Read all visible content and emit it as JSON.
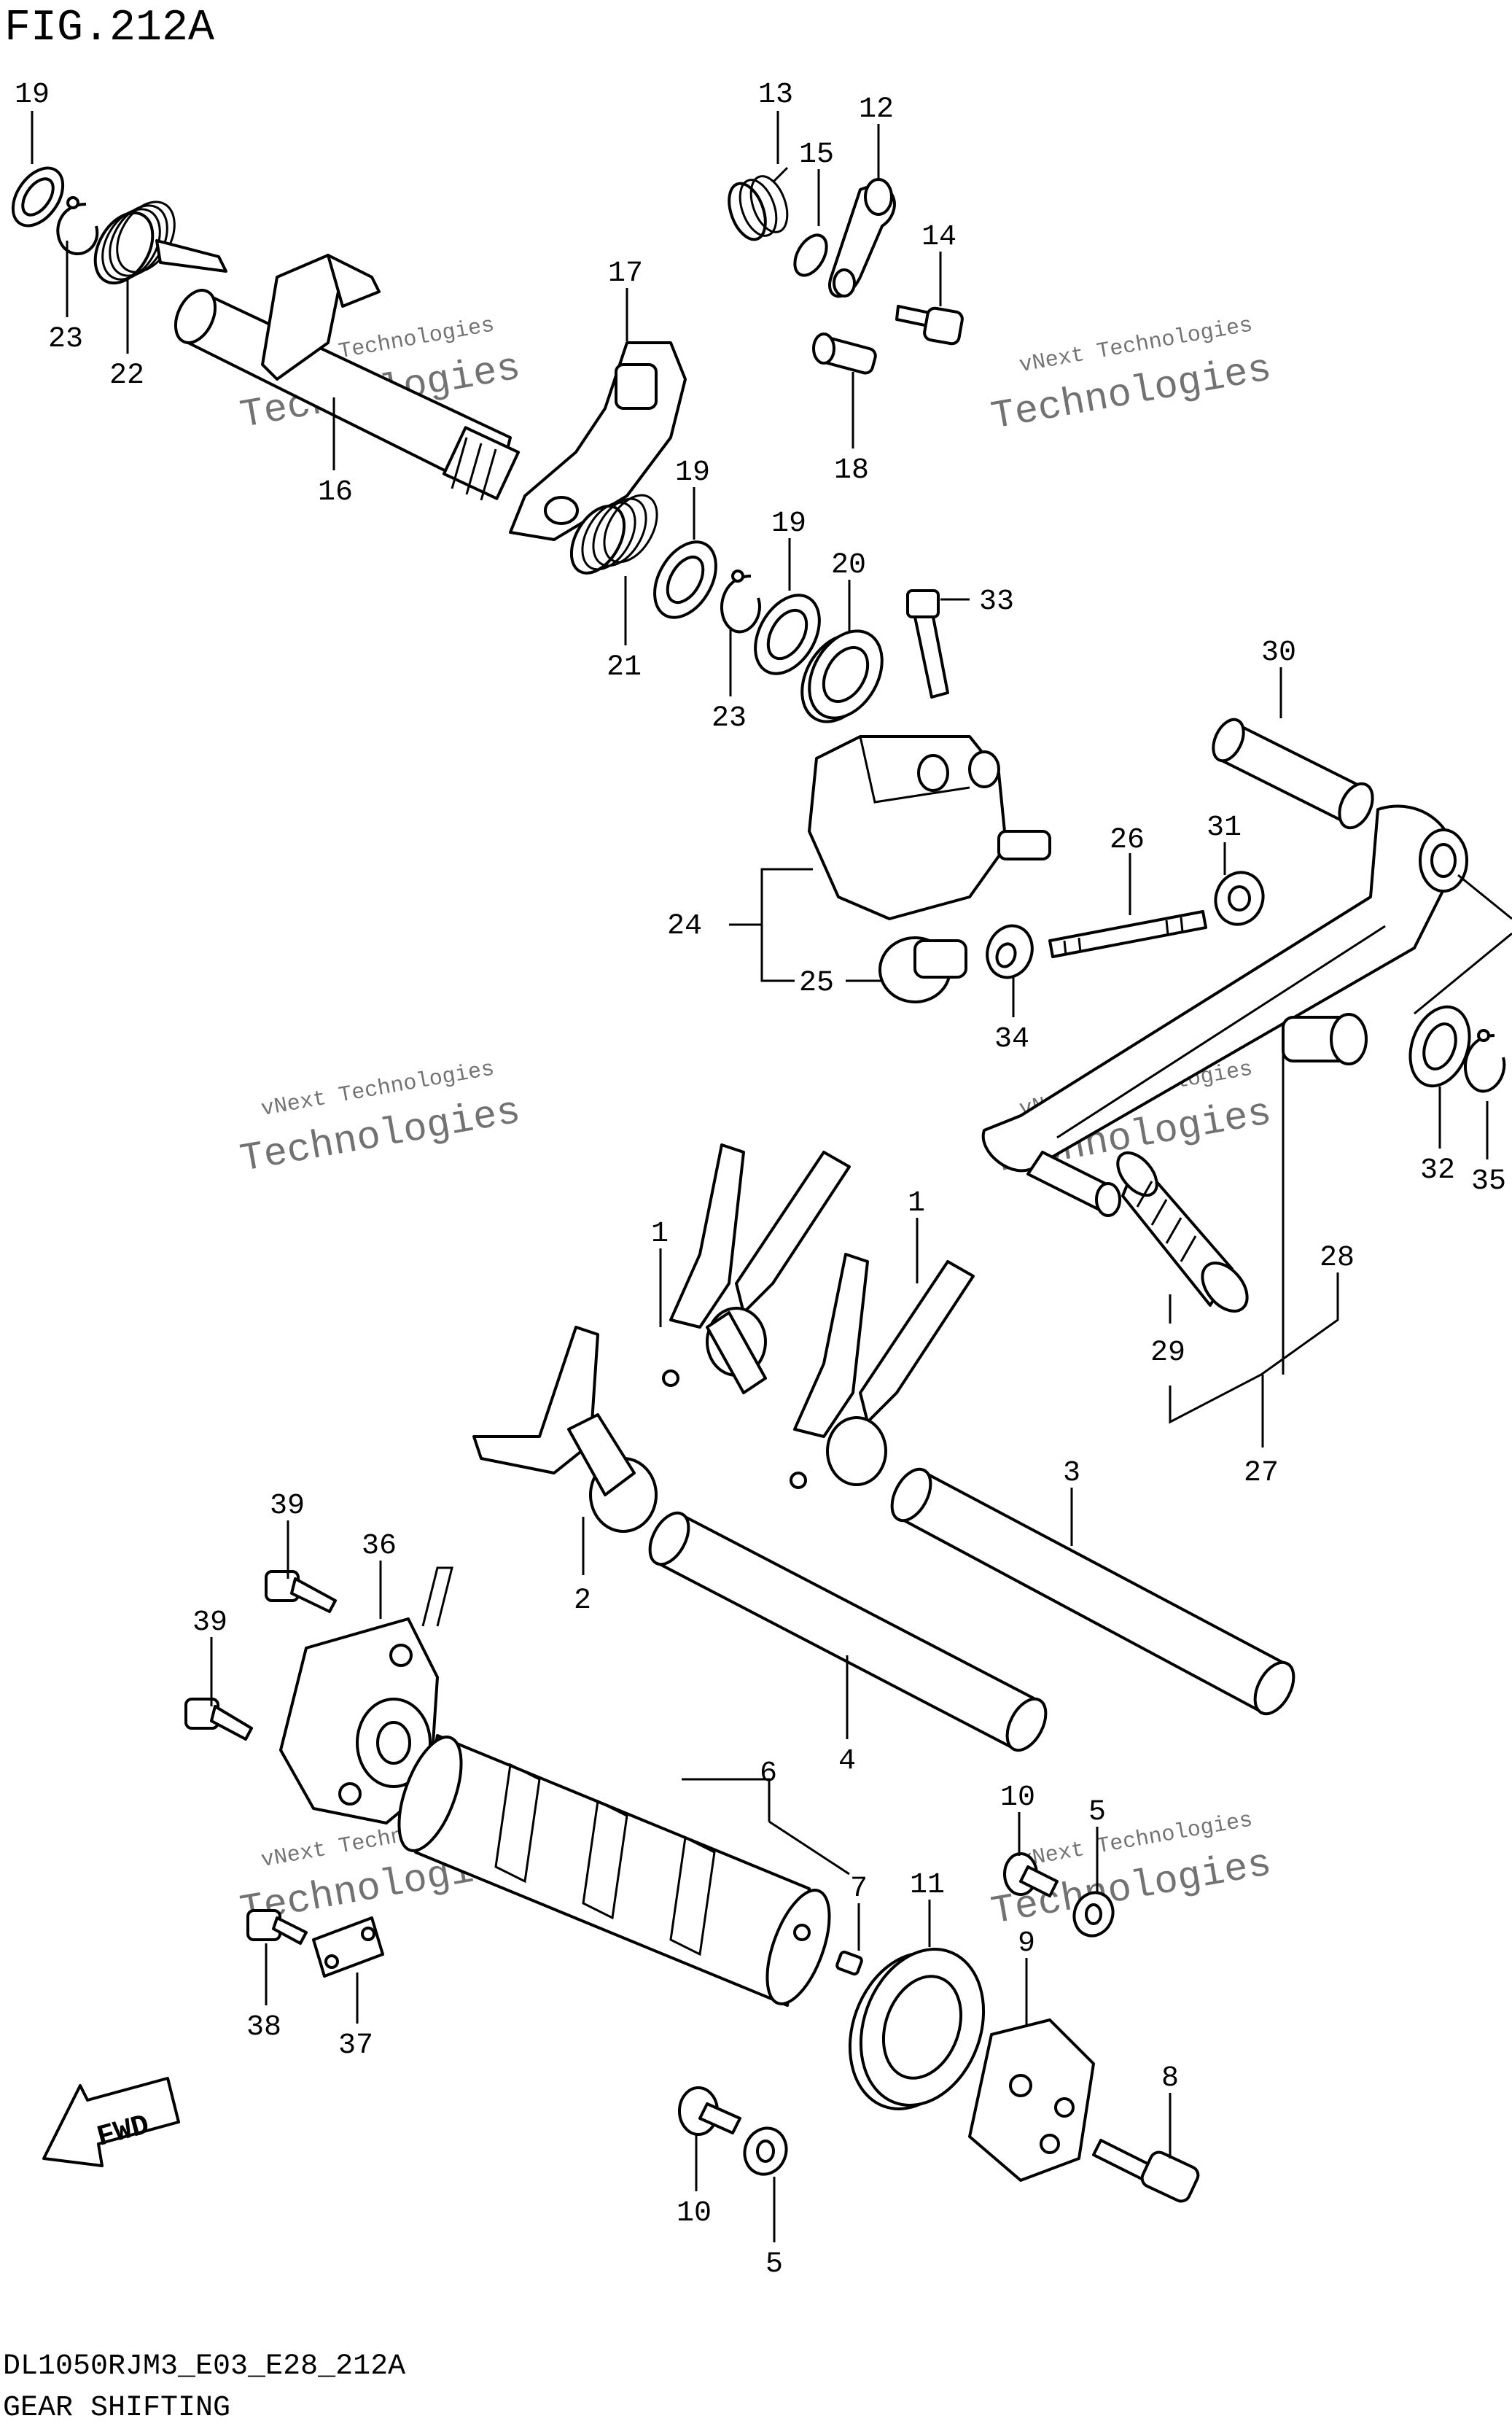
{
  "figure": {
    "title": "FIG.212A",
    "model_code": "DL1050RJM3_E03_E28_212A",
    "caption": "GEAR SHIFTING"
  },
  "fwd_label": "FWD",
  "watermark": {
    "line1": "vNext Technologies",
    "line2": "Technologies"
  },
  "callouts": [
    "19",
    "23",
    "22",
    "16",
    "13",
    "15",
    "12",
    "14",
    "18",
    "17",
    "19",
    "21",
    "23",
    "19",
    "20",
    "33",
    "30",
    "26",
    "31",
    "24",
    "25",
    "34",
    "32",
    "35",
    "1",
    "1",
    "29",
    "28",
    "27",
    "3",
    "2",
    "4",
    "39",
    "36",
    "39",
    "6",
    "7",
    "11",
    "10",
    "5",
    "9",
    "8",
    "38",
    "37",
    "10",
    "5"
  ]
}
